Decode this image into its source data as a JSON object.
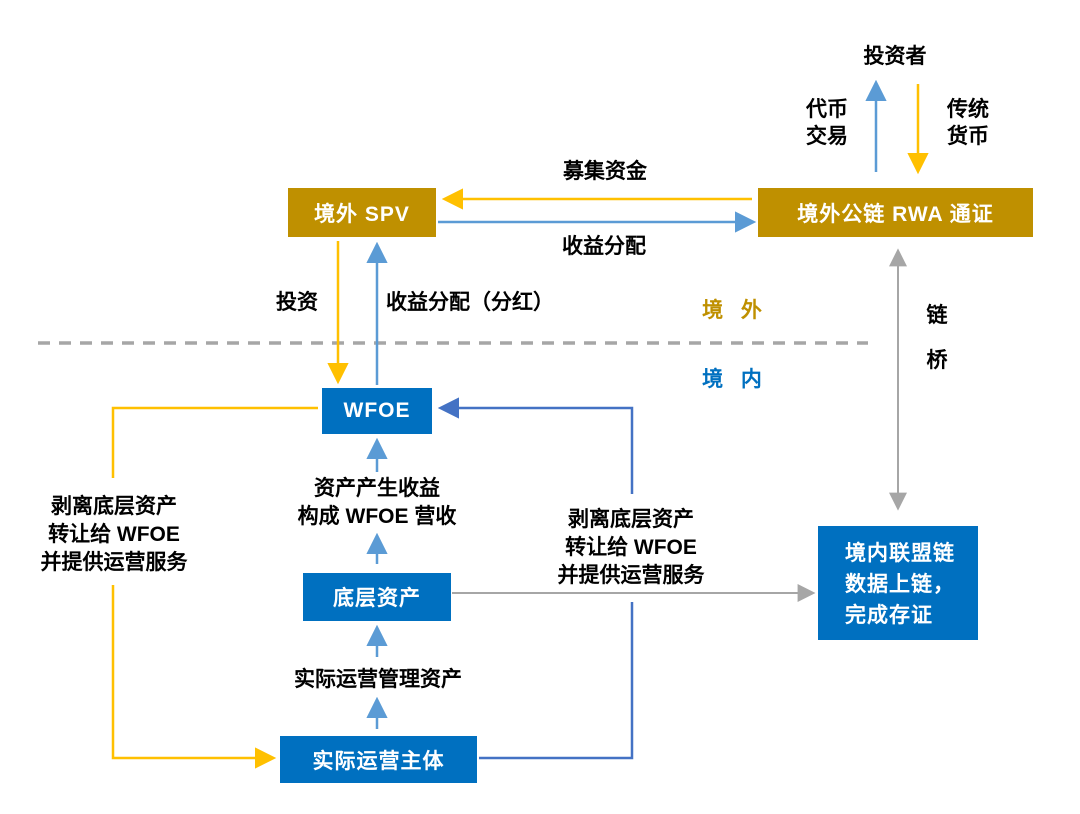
{
  "regions": {
    "offshore": "境 外",
    "onshore": "境 内"
  },
  "nodes": {
    "investor": "投资者",
    "offshore_spv": "境外 SPV",
    "offshore_rwa_token": "境外公链 RWA 通证",
    "wfoe": "WFOE",
    "underlying_assets": "底层资产",
    "operating_entity": "实际运营主体",
    "consortium_chain_lines": [
      "境内联盟链",
      "数据上链，",
      "完成存证"
    ]
  },
  "edges": {
    "token_trading_lines": [
      "代币",
      "交易"
    ],
    "traditional_currency_lines": [
      "传统",
      "货币"
    ],
    "raise_funds": "募集资金",
    "profit_distribution": "收益分配",
    "investment": "投资",
    "profit_dividend": "收益分配（分红）",
    "asset_income_lines": [
      "资产产生收益",
      "构成 WFOE 营收"
    ],
    "actual_operation": "实际运营管理资产",
    "left_transfer_lines": [
      "剥离底层资产",
      "转让给 WFOE",
      "并提供运营服务"
    ],
    "right_transfer_lines": [
      "剥离底层资产",
      "转让给 WFOE",
      "并提供运营服务"
    ],
    "chain_bridge_lines": [
      "链",
      "桥"
    ]
  },
  "colors": {
    "gold_box": "#BF9000",
    "gold_arrow": "#FFC000",
    "blue_box": "#0070C0",
    "light_blue_arrow": "#5B9BD5",
    "dark_blue_arrow": "#4472C4",
    "gray_arrow": "#A6A6A6",
    "offshore_text": "#BF9000",
    "onshore_text": "#0070C0"
  }
}
